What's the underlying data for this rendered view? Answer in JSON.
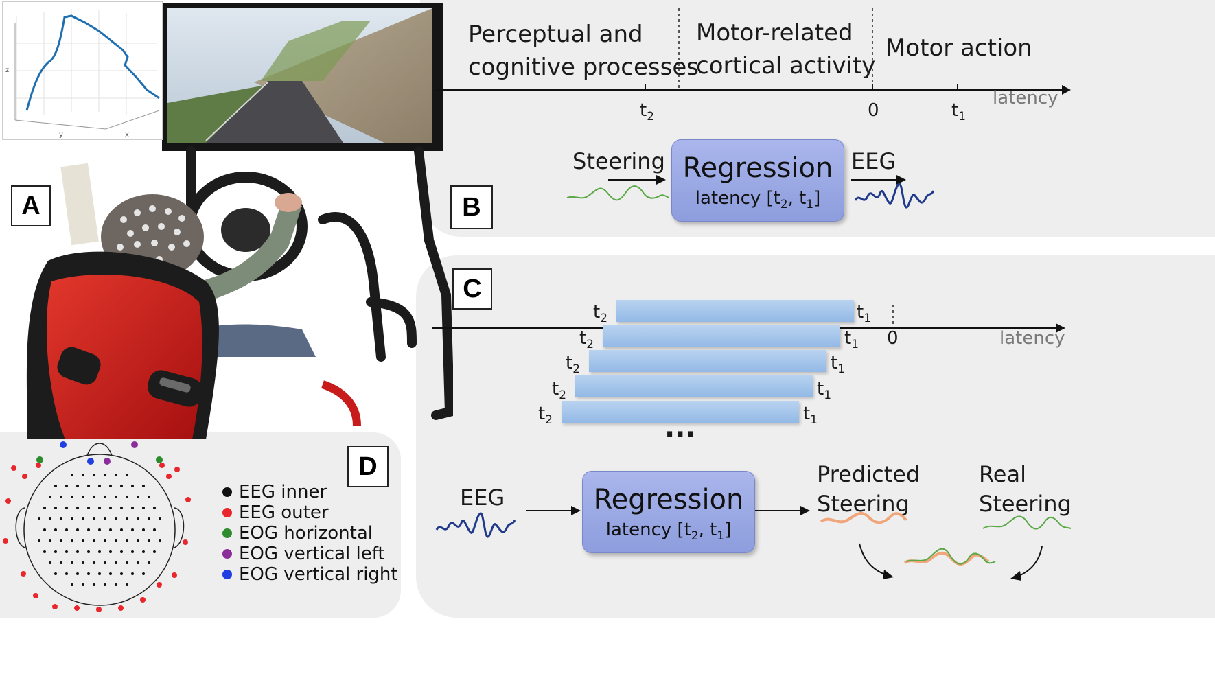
{
  "panel_labels": {
    "a": "A",
    "b": "B",
    "c": "C",
    "d": "D"
  },
  "inset_plot": {
    "axis_z": "z",
    "axis_y": "y",
    "axis_x": "x"
  },
  "panel_b": {
    "phase1": "Perceptual and\ncognitive processes",
    "phase2": "Motor-related\ncortical activity",
    "phase3": "Motor action",
    "axis_label": "latency",
    "tick_t2": "t",
    "tick_t2_sub": "2",
    "tick_zero": "0",
    "tick_t1": "t",
    "tick_t1_sub": "1",
    "input_label": "Steering",
    "output_label": "EEG",
    "regression_title": "Regression",
    "regression_latency_prefix": "latency [t",
    "regression_latency_mid": ", t",
    "regression_latency_suffix": "]",
    "sub2": "2",
    "sub1": "1"
  },
  "panel_c": {
    "axis_label": "latency",
    "tick_zero": "0",
    "window_start": "t",
    "window_start_sub": "2",
    "window_end": "t",
    "window_end_sub": "1",
    "ellipsis": "...",
    "input_label": "EEG",
    "regression_title": "Regression",
    "regression_latency_prefix": "latency [t",
    "regression_latency_mid": ", t",
    "regression_latency_suffix": "]",
    "sub2": "2",
    "sub1": "1",
    "predicted_label": "Predicted\nSteering",
    "real_label": "Real\nSteering"
  },
  "panel_d": {
    "legend": [
      {
        "label": "EEG inner",
        "color": "#111111"
      },
      {
        "label": "EEG outer",
        "color": "#e8262b"
      },
      {
        "label": "EOG horizontal",
        "color": "#2e8b2e"
      },
      {
        "label": "EOG vertical left",
        "color": "#8b2e9b"
      },
      {
        "label": "EOG vertical right",
        "color": "#1f3fe0"
      }
    ]
  },
  "colors": {
    "panel_bg": "#eeeeee",
    "regression_fill": "#98a7e3",
    "window_bar": "#a7c5eb",
    "steering_green": "#5aa845",
    "eeg_blue": "#1f3a8a",
    "predicted_orange": "#f0a57a",
    "seat_red": "#d81c1c"
  }
}
